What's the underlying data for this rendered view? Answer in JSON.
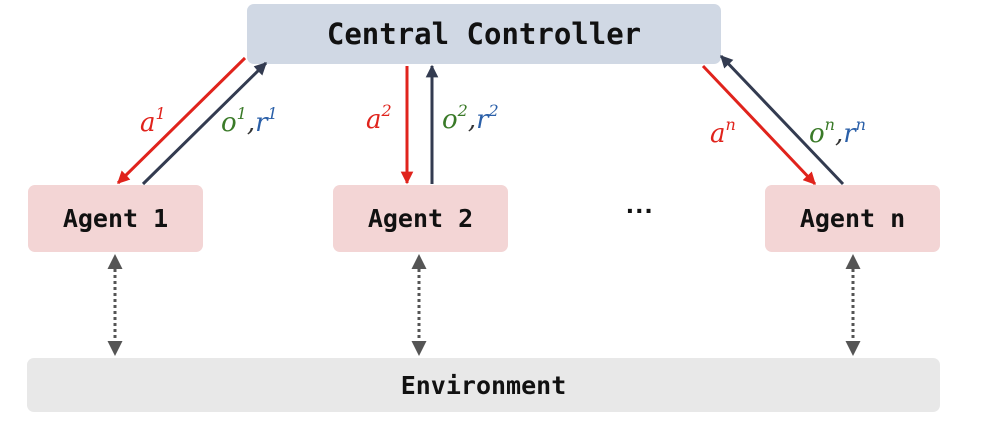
{
  "controller": {
    "label": "Central Controller"
  },
  "agents": [
    {
      "label": "Agent 1",
      "action": {
        "sym": "a",
        "sup": "1"
      },
      "obs": {
        "sym": "o",
        "sup": "1"
      },
      "rew": {
        "sym": "r",
        "sup": "1"
      }
    },
    {
      "label": "Agent 2",
      "action": {
        "sym": "a",
        "sup": "2"
      },
      "obs": {
        "sym": "o",
        "sup": "2"
      },
      "rew": {
        "sym": "r",
        "sup": "2"
      }
    },
    {
      "label": "Agent n",
      "action": {
        "sym": "a",
        "sup": "n"
      },
      "obs": {
        "sym": "o",
        "sup": "n"
      },
      "rew": {
        "sym": "r",
        "sup": "n"
      }
    }
  ],
  "ellipsis": "···",
  "separator": ",",
  "environment": {
    "label": "Environment"
  },
  "colors": {
    "controller_bg": "#d0d8e4",
    "agent_bg": "#f3d5d5",
    "environment_bg": "#e8e8e8",
    "action_arrow": "#e0231c",
    "obs_arrow": "#333b50",
    "obs_text": "#3a7a28",
    "reward_text": "#2a5fa8",
    "dotted": "#555555"
  }
}
